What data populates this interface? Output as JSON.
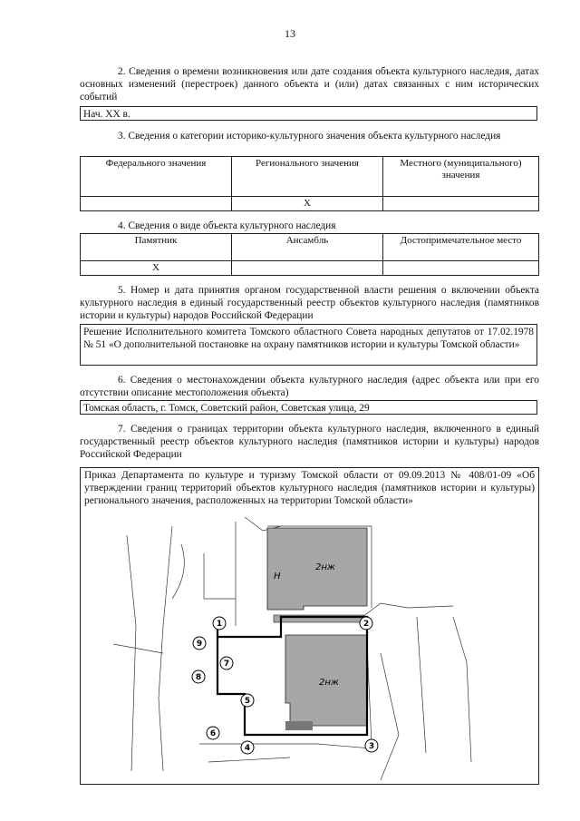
{
  "page_number": "13",
  "section2": {
    "text": "2. Сведения о времени возникновения или дате создания объекта культурного наследия, датах основных изменений (перестроек) данного объекта и (или) датах связанных с ним исторических событий",
    "value": "Нач. XX в."
  },
  "section3": {
    "text": "3. Сведения о категории историко-культурного значения объекта культурного наследия",
    "headers": [
      "Федерального значения",
      "Регионального значения",
      "Местного (муниципального) значения"
    ],
    "marks": [
      "",
      "X",
      ""
    ]
  },
  "section4": {
    "text": "4. Сведения о виде объекта культурного наследия",
    "headers": [
      "Памятник",
      "Ансамбль",
      "Достопримечательное место"
    ],
    "marks": [
      "X",
      "",
      ""
    ]
  },
  "section5": {
    "text": "5. Номер и дата принятия органом государственной власти решения о включении объекта культурного наследия в единый государственный реестр объектов культурного наследия (памятников истории и культуры) народов Российской Федерации",
    "value": "Решение Исполнительного комитета Томского областного Совета народных депутатов от 17.02.1978 № 51 «О дополнительной постановке на охрану памятников истории и культуры Томской области»"
  },
  "section6": {
    "text": "6. Сведения о местонахождении объекта культурного наследия (адрес объекта или при его отсутствии описание местоположения объекта)",
    "value": "Томская область, г. Томск, Советский район, Советская улица, 29"
  },
  "section7": {
    "text": "7. Сведения о границах территории объекта культурного наследия, включенного в единый государственный реестр объектов культурного наследия (памятников истории и культуры) народов Российской Федерации",
    "value": "Приказ Департамента по культуре и туризму Томской области от 09.09.2013 № 408/01-09 «Об утверждении границ территорий объектов культурного наследия (памятников истории и культуры) регионального значения, расположенных на территории Томской области»"
  },
  "map": {
    "points": [
      "1",
      "2",
      "3",
      "4",
      "5",
      "6",
      "7",
      "8",
      "9"
    ],
    "building_labels": [
      "2нж",
      "Н",
      "2нж"
    ],
    "colors": {
      "building": "#a6a6a6",
      "boundary": "#000000",
      "lines": "#333333"
    }
  }
}
